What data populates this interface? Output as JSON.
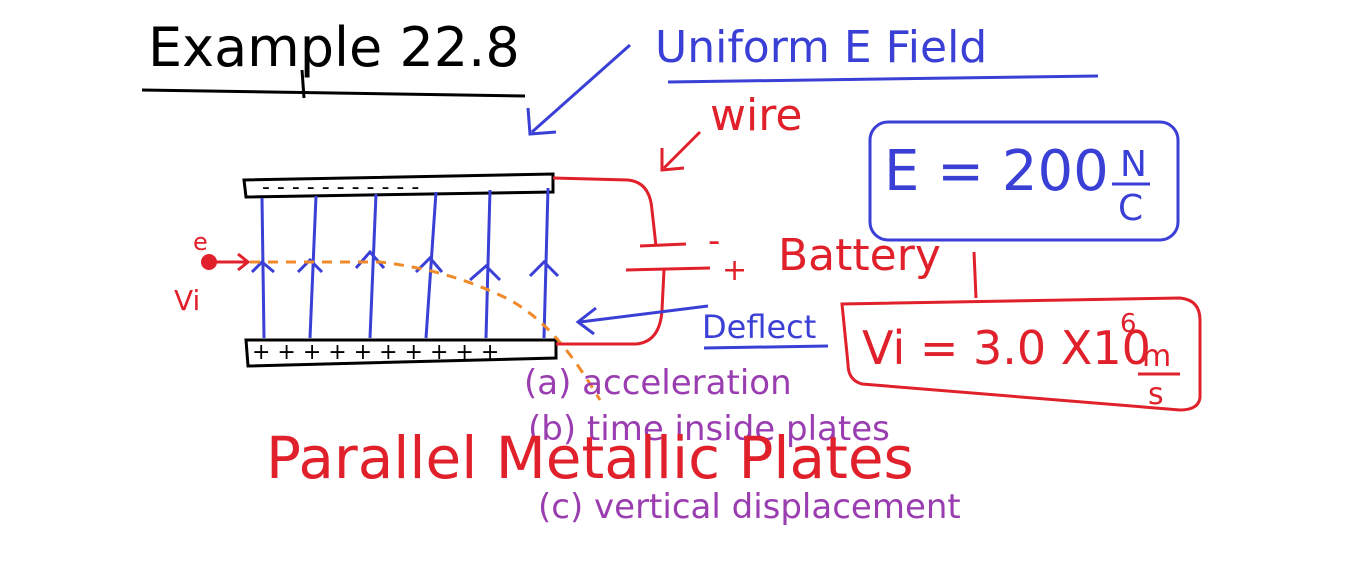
{
  "title": "Example 22.8",
  "field_label": "Uniform E Field",
  "wire_label": "wire",
  "battery_label": "Battery",
  "battery_neg": "-",
  "battery_pos": "+",
  "deflect_label": "Deflect",
  "electron_label": "e",
  "vi_label": "Vi",
  "field_value": {
    "lhs": "E = 200",
    "num": "N",
    "den": "C"
  },
  "velocity_value": {
    "lhs": "Vi = 3.0 X10",
    "exp": "6",
    "num": "m",
    "den": "s"
  },
  "plates_label": "Parallel Metallic Plates",
  "top_plate_charges": "- - - - - - - - - - -",
  "bottom_plate_charges": "+ + + + + + + + + +",
  "questions": [
    "(a) acceleration",
    "(b) time inside plates",
    "(c) vertical displacement"
  ],
  "colors": {
    "ink_black": "#000000",
    "ink_blue": "#3a3fd6",
    "ink_red": "#e0202a",
    "ink_orange": "#f08a2a",
    "ink_purple": "#9a3db0"
  }
}
